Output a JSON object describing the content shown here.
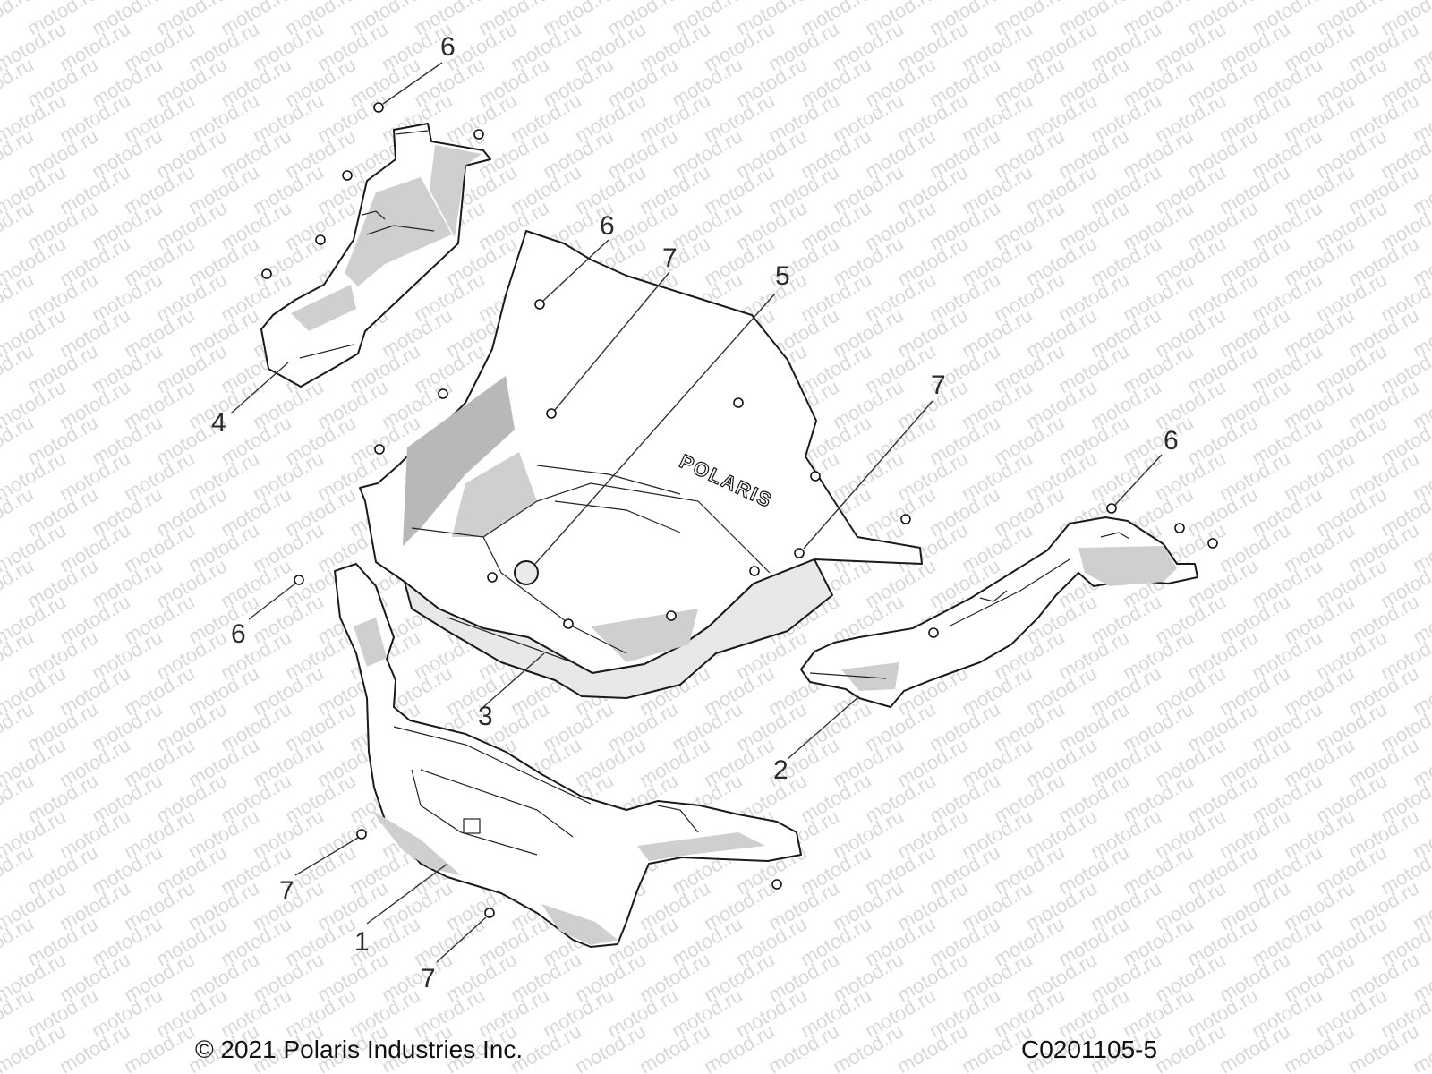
{
  "watermark": {
    "text": "motod.ru"
  },
  "footer": {
    "copyright": "© 2021 Polaris Industries Inc.",
    "drawing_code": "C0201105-5"
  },
  "parts": {
    "hood_logo": "POLARIS",
    "callouts": {
      "p1": "1",
      "p2": "2",
      "p3": "3",
      "p4": "4",
      "p5": "5",
      "p6_top": "6",
      "p6_mid": "6",
      "p6_right": "6",
      "p6_left": "6",
      "p7_center": "7",
      "p7_right": "7",
      "p7_bottom_left": "7",
      "p7_bottom": "7"
    }
  }
}
